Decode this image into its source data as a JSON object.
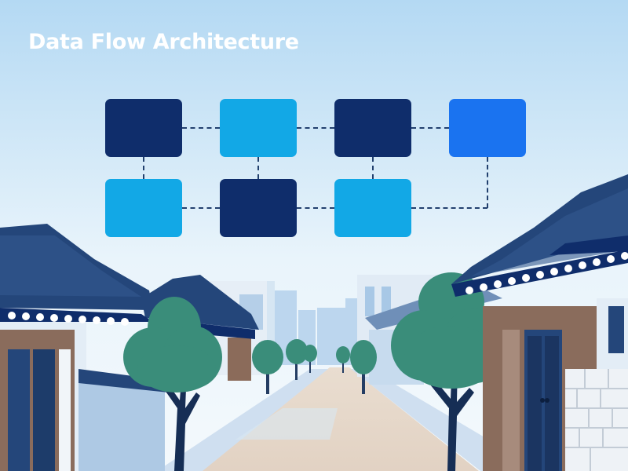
{
  "title": "Data Flow Architecture",
  "colors": {
    "navy": "#0f2d6b",
    "sky": "#12a8e6",
    "royal": "#1a73f0",
    "connector": "#22406e",
    "title_text": "#ffffff"
  },
  "diagram": {
    "rows": [
      [
        "navy",
        "sky",
        "navy",
        "royal"
      ],
      [
        "sky",
        "navy",
        "sky"
      ]
    ],
    "connector_style": "dashed"
  },
  "background": {
    "scene": "street with traditional tiled-roof houses, trees and city buildings",
    "sky_colors": [
      "#b9dcf3",
      "#eef6fb"
    ]
  }
}
